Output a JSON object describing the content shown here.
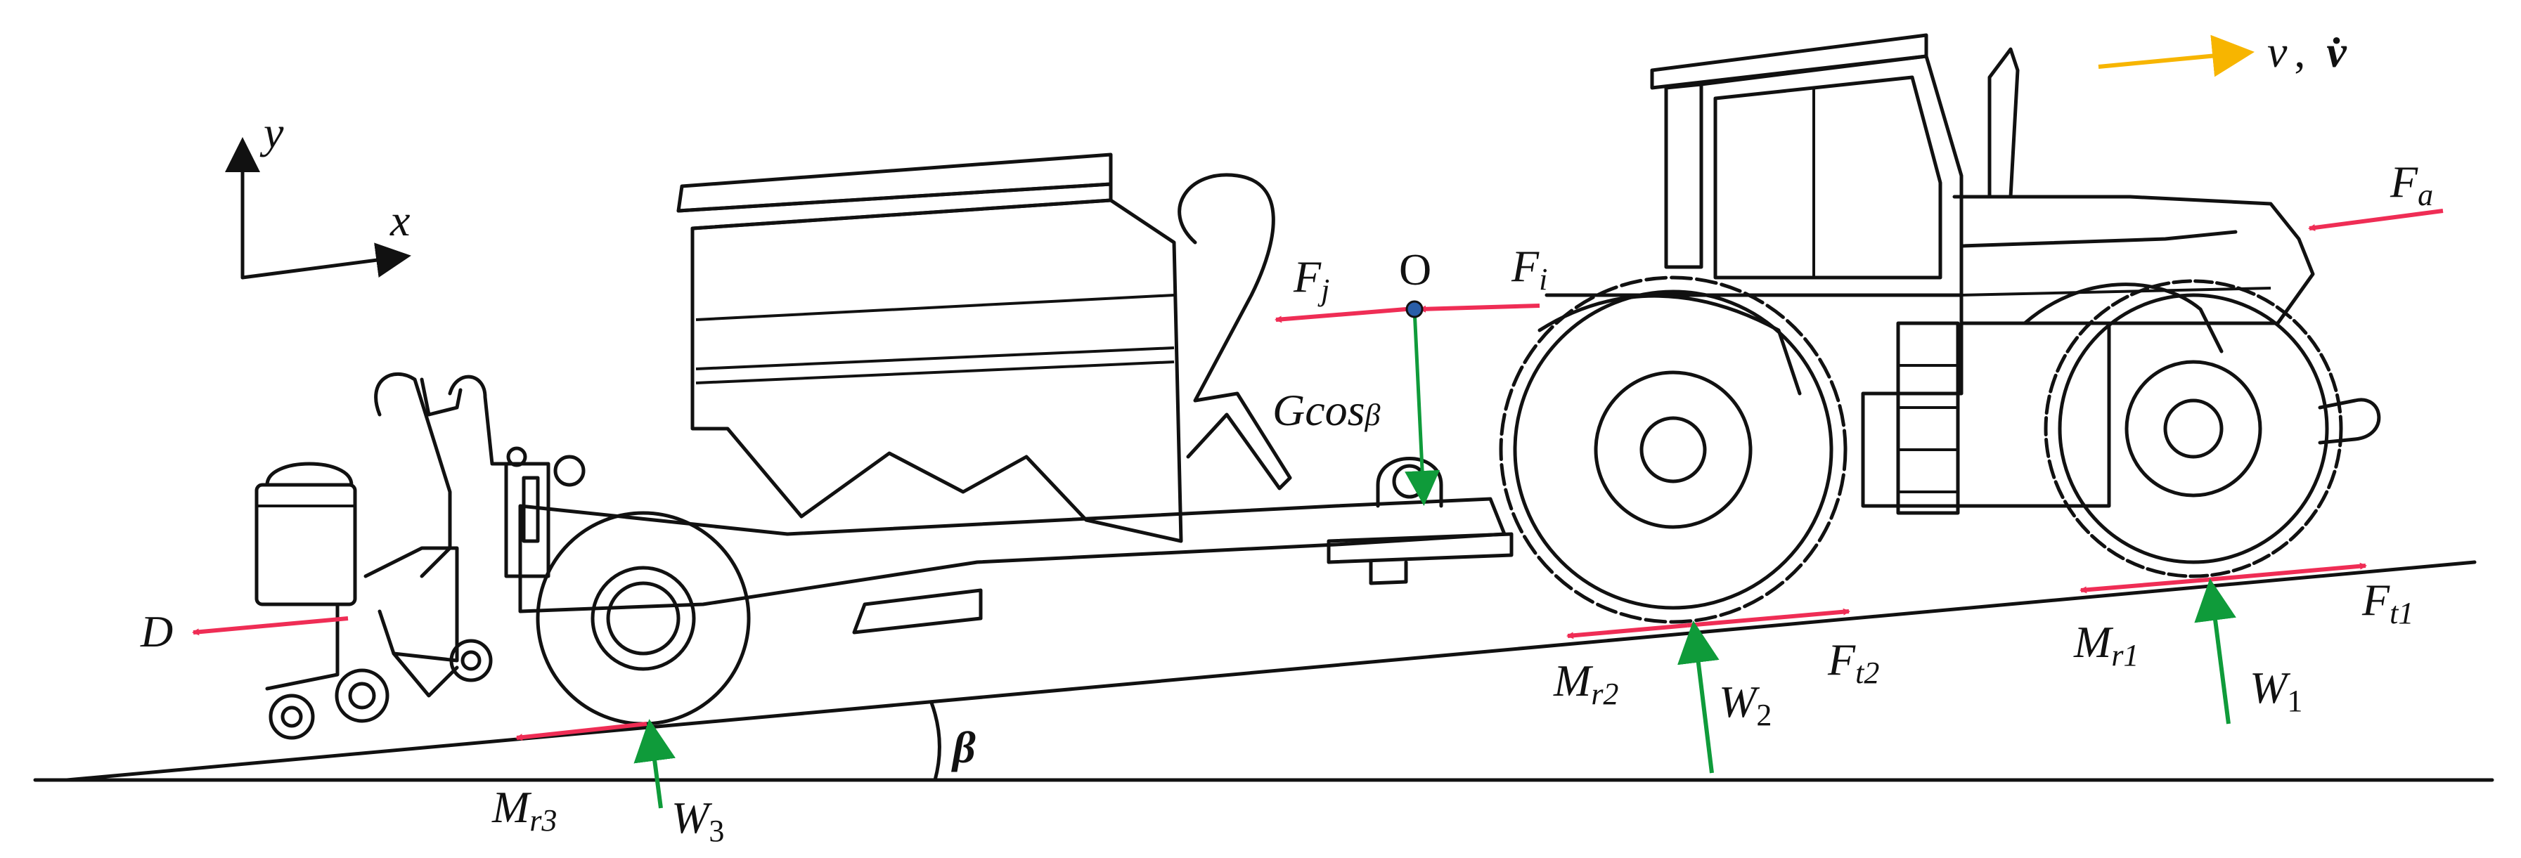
{
  "colors": {
    "red_force": "#ef2d55",
    "green_force": "#0f9b3a",
    "yellow_velocity": "#f7b500",
    "line": "#111111",
    "point_o": "#2a5ea8"
  },
  "axes": {
    "x": "x",
    "y": "y"
  },
  "velocity": {
    "v": "v",
    "sep": ",",
    "v_dot": "v̇"
  },
  "point_o": "O",
  "angle": "β",
  "gravity": {
    "main": "Gcos",
    "beta": "β"
  },
  "forces": {
    "Fa": {
      "main": "F",
      "sub": "a"
    },
    "Fi": {
      "main": "F",
      "sub": "i"
    },
    "Fj": {
      "main": "F",
      "sub": "j"
    },
    "D": "D",
    "Ft1": {
      "main": "F",
      "sub": "t1"
    },
    "Ft2": {
      "main": "F",
      "sub": "t2"
    },
    "Mr1": {
      "main": "M",
      "sub": "r1"
    },
    "Mr2": {
      "main": "M",
      "sub": "r2"
    },
    "Mr3": {
      "main": "M",
      "sub": "r3"
    },
    "W1": {
      "main": "W",
      "sub": "1"
    },
    "W2": {
      "main": "W",
      "sub": "2"
    },
    "W3": {
      "main": "W",
      "sub": "3"
    }
  }
}
